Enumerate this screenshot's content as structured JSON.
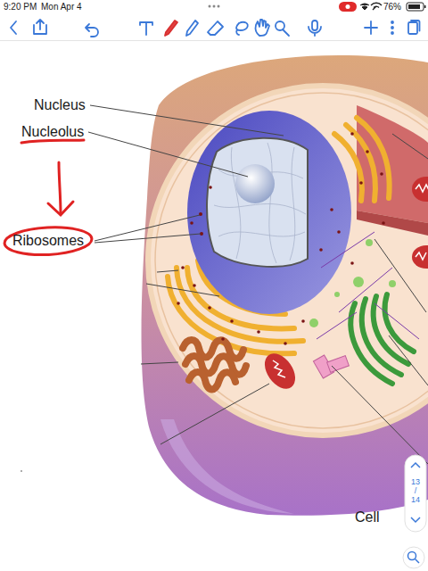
{
  "diagram": {
    "labels": [
      "9:20 PM",
      "Mon Apr 4",
      "76%",
      "Nucleus",
      "Nucleolus",
      "Ribosomes",
      "13",
      "/",
      "14",
      "Cell"
    ]
  }
}
